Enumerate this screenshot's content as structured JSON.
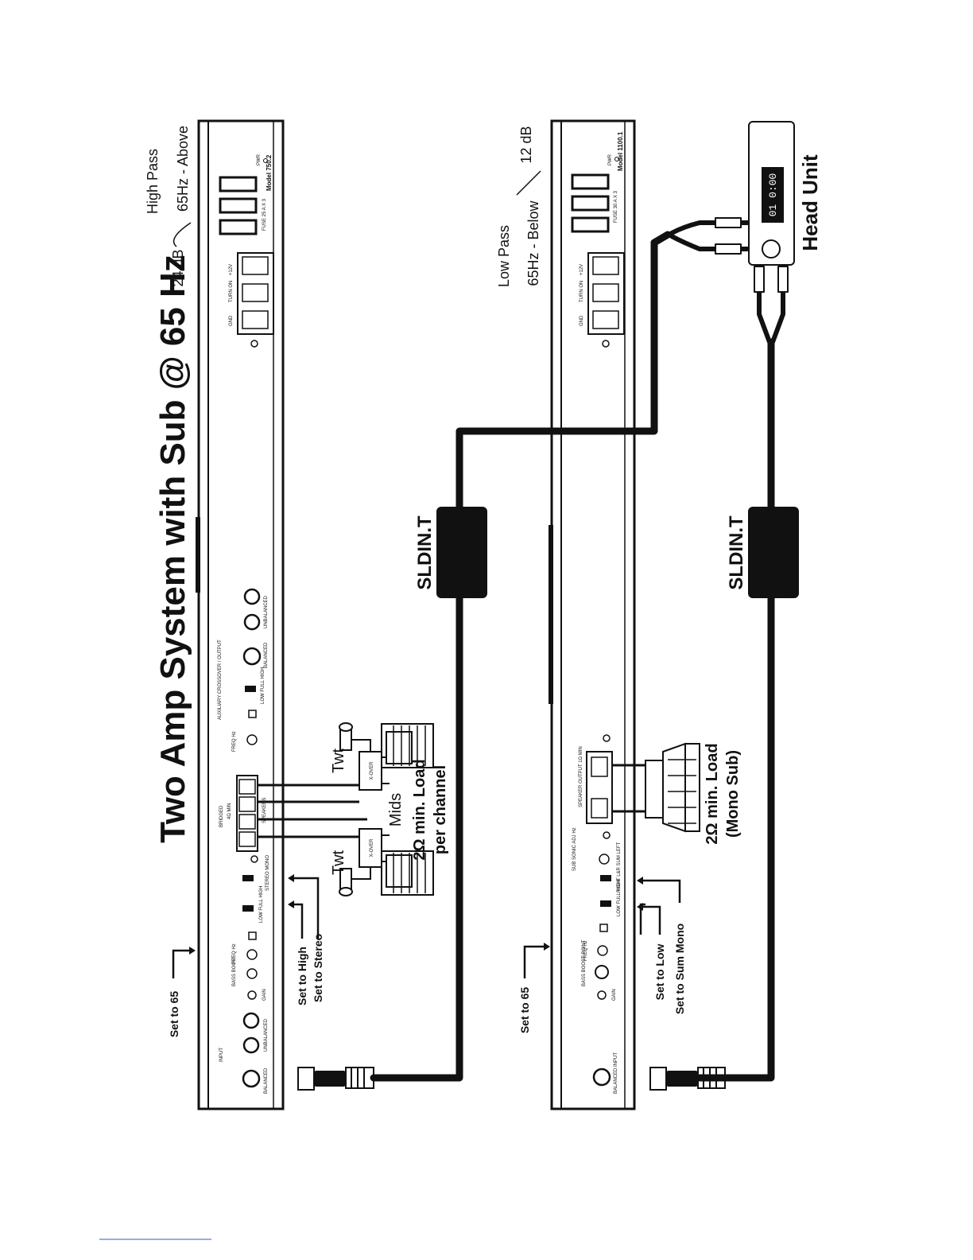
{
  "title": "Two Amp System with Sub @ 65 Hz",
  "amp1": {
    "model": "Model 750.2",
    "fuse": "FUSE 25 A X 3",
    "pwr": "PWR",
    "terminals": [
      "GND",
      "TURN ON",
      "+12V"
    ],
    "input_label": "INPUT",
    "balanced": "BALANCED",
    "unbalanced": "UNBALANCED",
    "gain": "GAIN",
    "bass_boost": "BASS BOOST",
    "freq": "FREQ Hz",
    "low_full_high": "LOW FULL HIGH",
    "bridged": "BRIDGED",
    "stereo_mono": "STEREO MONO",
    "aux_crossover": "AUXILIARY CROSSOVER / OUTPUT",
    "load_note": "4Ω MIN",
    "speakers": "SPEAKERS"
  },
  "amp2": {
    "model": "Model 1100.1",
    "fuse": "FUSE 30 A X 3",
    "pwr": "PWR",
    "terminals": [
      "GND",
      "TURN ON",
      "+12V"
    ],
    "balanced_input": "BALANCED INPUT",
    "gain": "GAIN",
    "bass_boost": "BASS BOOST POINT",
    "freq": "FREQ Hz",
    "low_full": "LOW FULL HIGH",
    "right_left": "RIGHT L&R SUM LEFT",
    "sub_sonic": "SUB SONIC ADJ Hz",
    "speaker_output": "SPEAKER OUTPUT 1Ω MIN"
  },
  "annotations": {
    "high_pass": "High Pass",
    "high_pass_freq": "65Hz - Above",
    "high_pass_slope": "24 dB",
    "low_pass": "Low Pass",
    "low_pass_freq": "65Hz - Below",
    "low_pass_slope": "12 dB",
    "set_to_65_a": "Set to 65",
    "set_to_high": "Set to High",
    "set_to_stereo": "Set to Stereo",
    "set_to_65_b": "Set to 65",
    "set_to_low": "Set to Low",
    "set_to_sum_mono": "Set to Sum Mono",
    "sldin_a": "SLDIN.T",
    "sldin_b": "SLDIN.T",
    "twt_top": "Twt",
    "twt_bottom": "Twt",
    "xover": "X-OVER",
    "mids": "Mids",
    "mids_load": "2Ω min. Load",
    "mids_load2": "per channel",
    "sub_load": "2Ω min. Load",
    "sub_load2": "(Mono Sub)",
    "head_unit": "Head Unit",
    "display": "01 0:00"
  },
  "colors": {
    "ink": "#111111",
    "cable": "#111111",
    "paper": "#ffffff"
  }
}
